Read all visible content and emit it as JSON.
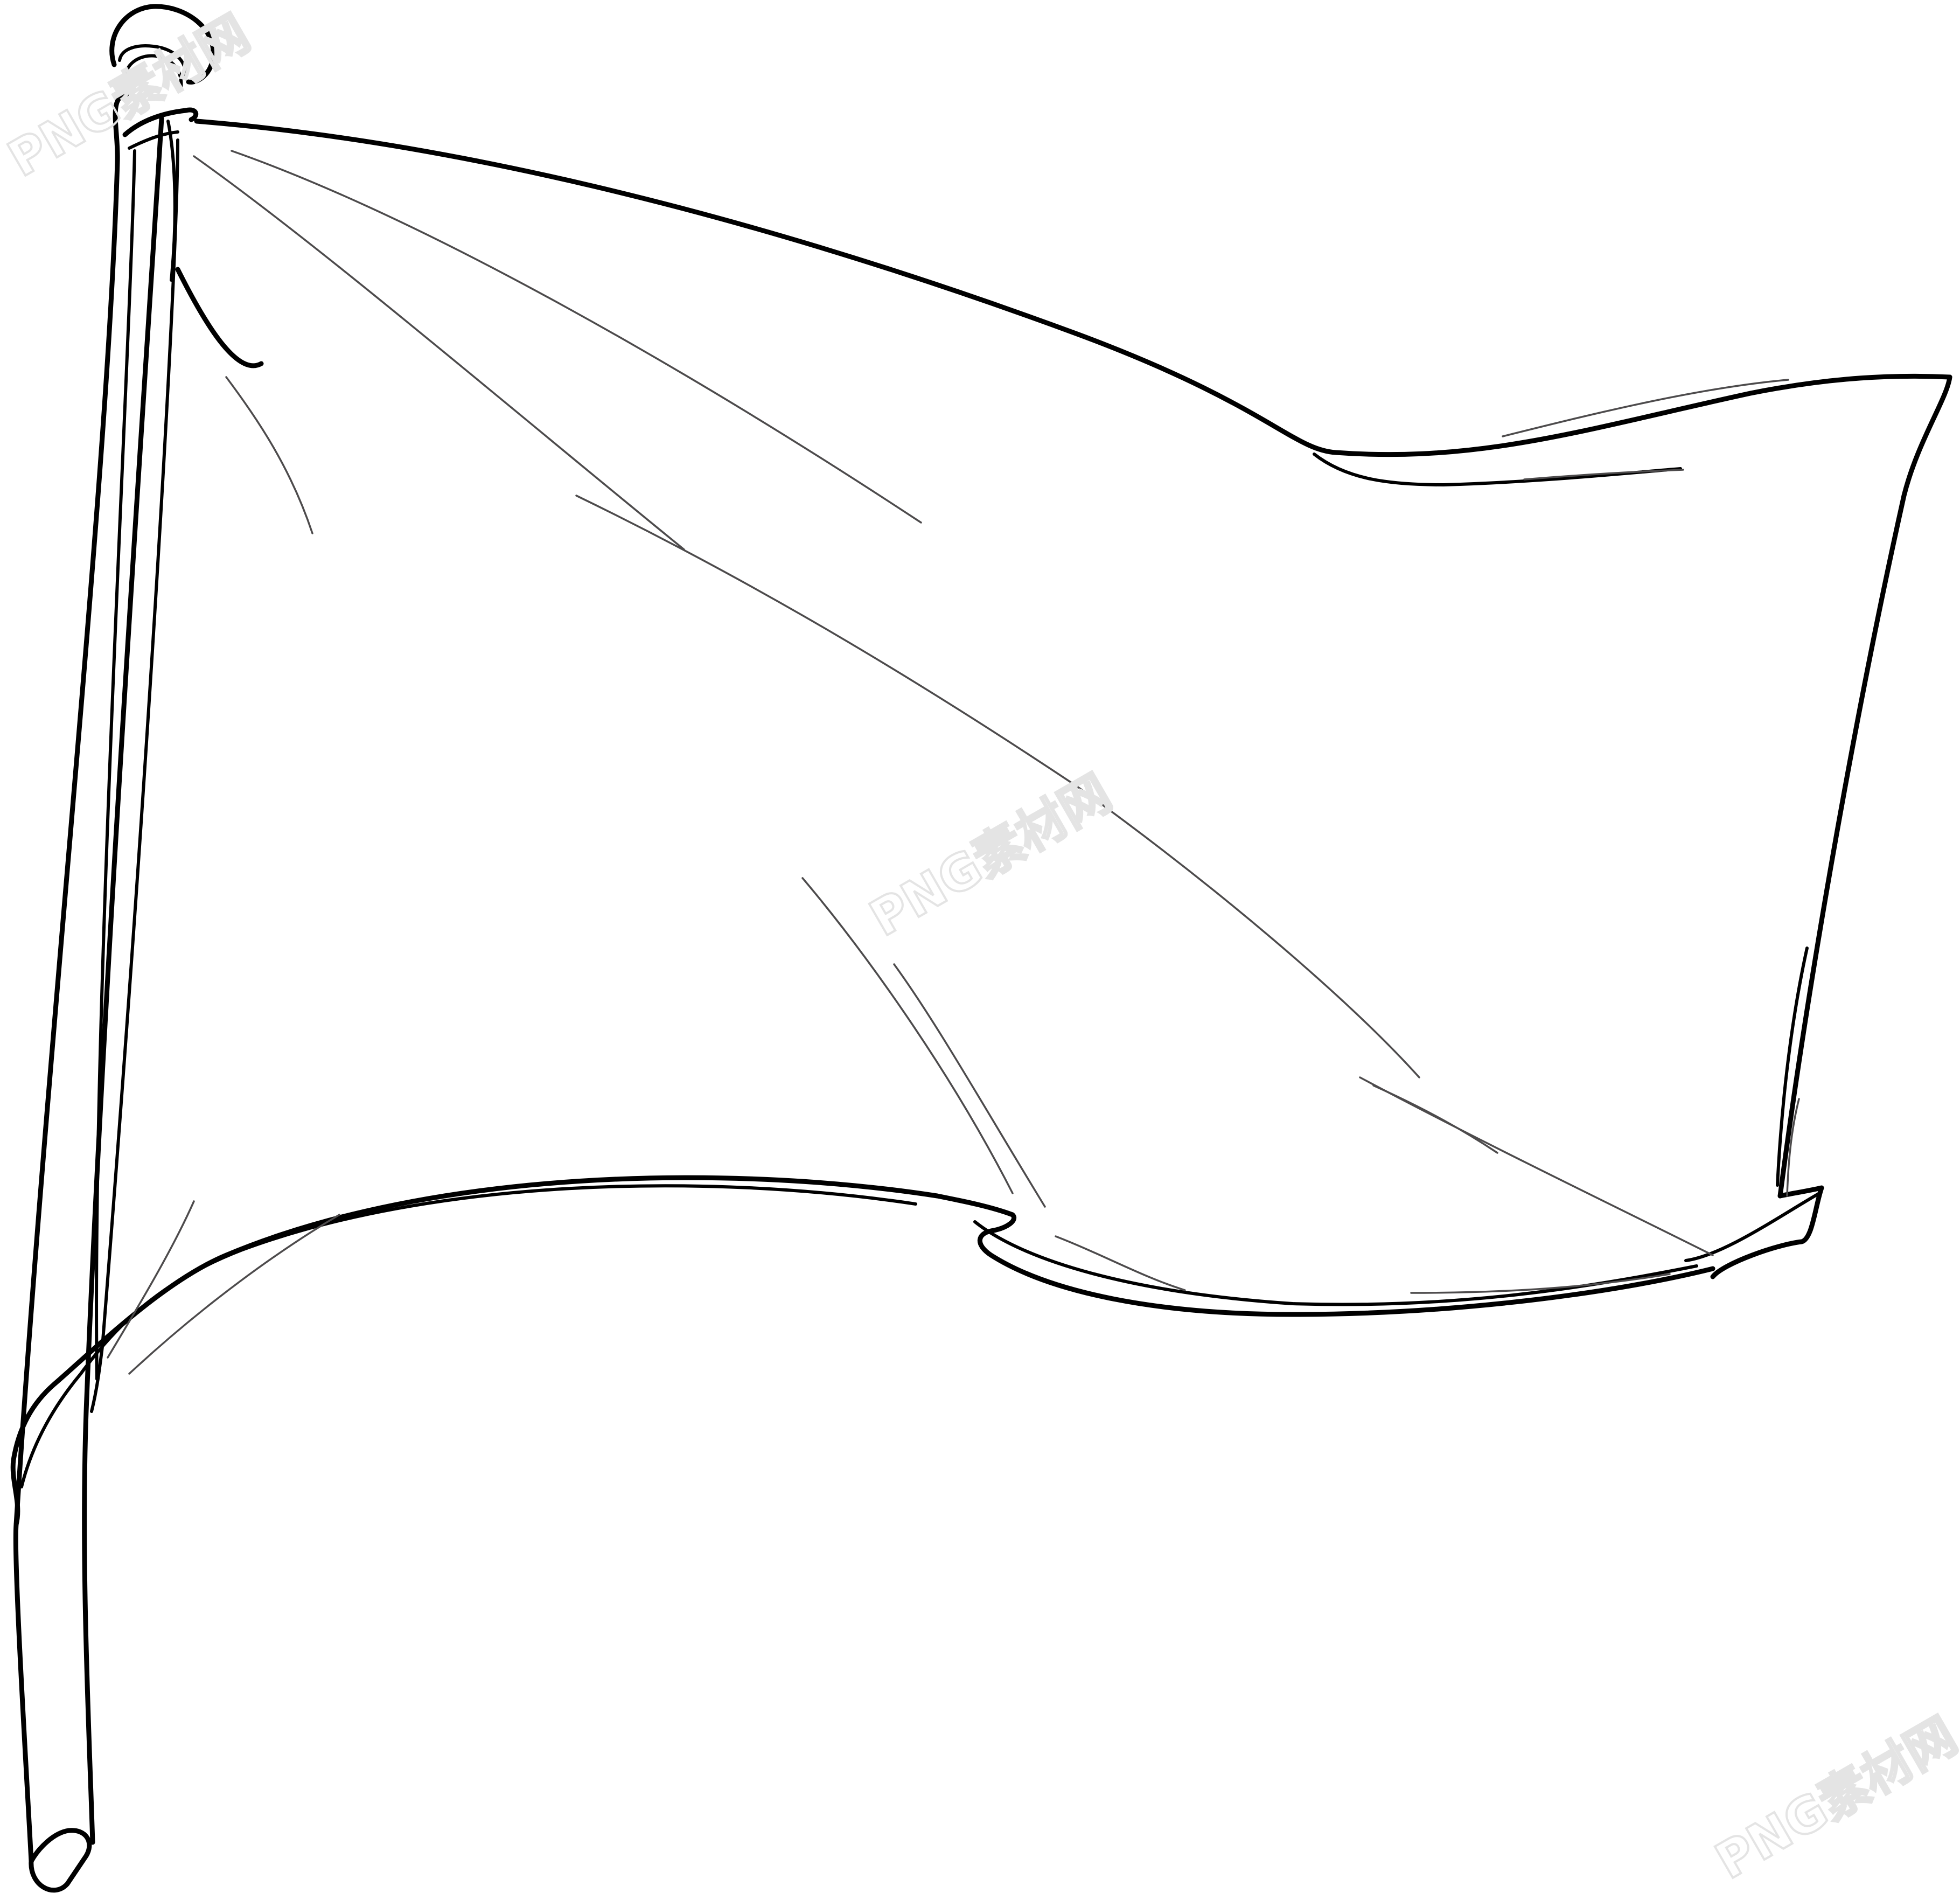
{
  "watermarks": [
    {
      "id": "top-left",
      "text": "PNG素材网"
    },
    {
      "id": "center",
      "text": "PNG素材网"
    },
    {
      "id": "bottom-right",
      "text": "PNG素材网"
    }
  ],
  "colors": {
    "background": "#ffffff",
    "outline": "#000000",
    "fold_lines": "#4d4b4c",
    "watermark": "#e4e4e4"
  }
}
